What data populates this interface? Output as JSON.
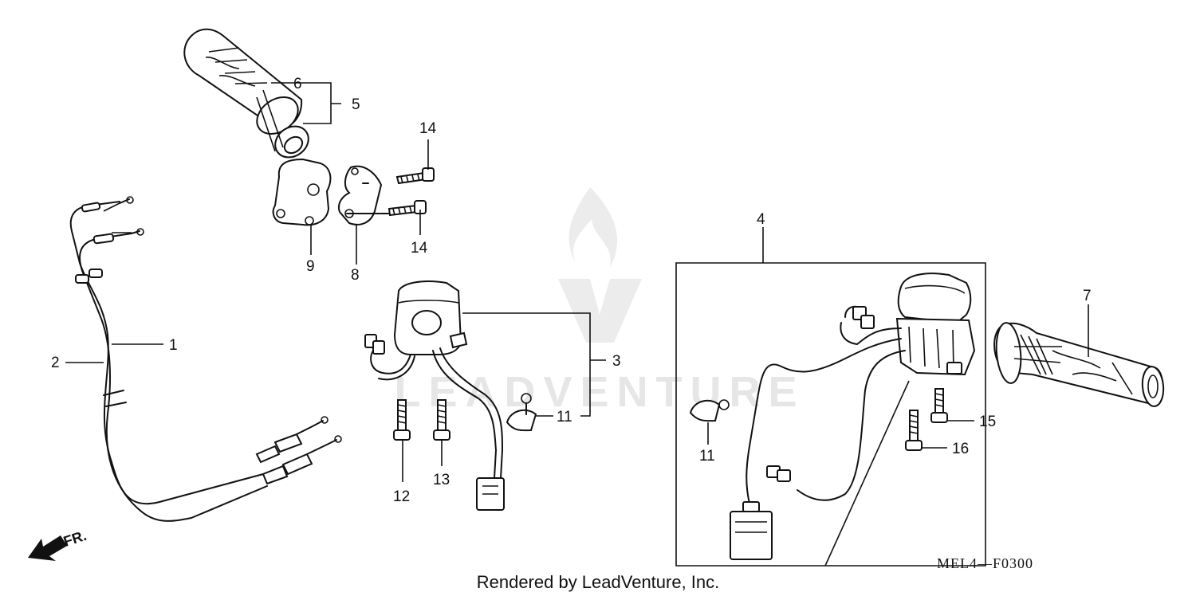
{
  "diagram": {
    "callouts": {
      "c1": "1",
      "c2": "2",
      "c3": "3",
      "c4": "4",
      "c5": "5",
      "c6": "6",
      "c7": "7",
      "c8": "8",
      "c9": "9",
      "c11a": "11",
      "c11b": "11",
      "c12": "12",
      "c13": "13",
      "c14a": "14",
      "c14b": "14",
      "c15": "15",
      "c16": "16"
    },
    "direction_label": "FR.",
    "diagram_code": "MEL4—F0300",
    "credit": "Rendered by LeadVenture, Inc.",
    "watermark_text": "LEADVENTURE"
  },
  "icons": {
    "watermark_logo": "flame-v-logo-icon",
    "front_arrow": "arrow-front-icon"
  }
}
